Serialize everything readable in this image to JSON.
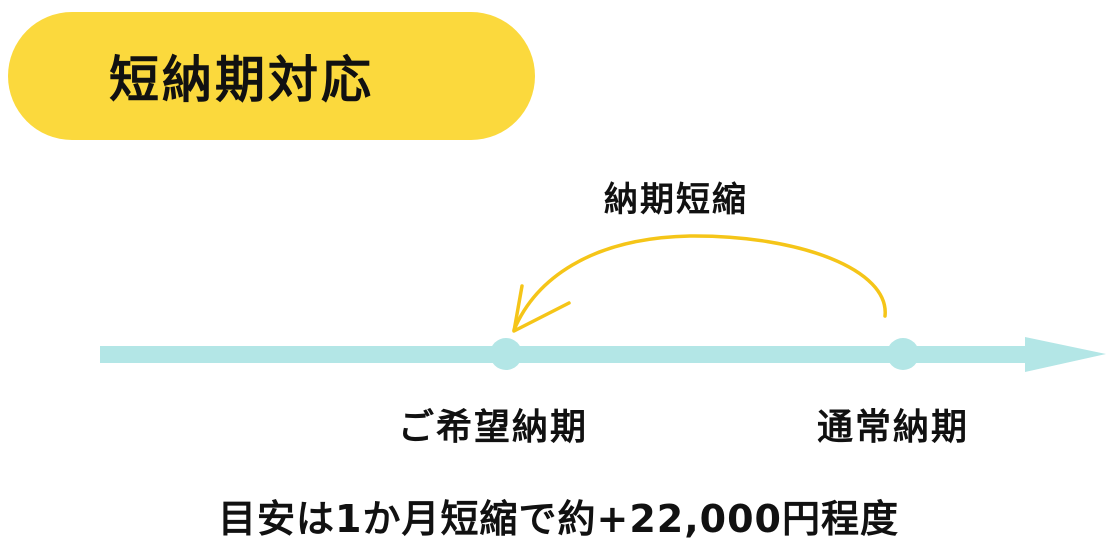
{
  "title": "短納期対応",
  "diagram": {
    "shorten_label": "納期短縮",
    "desired_date_label": "ご希望納期",
    "normal_date_label": "通常納期"
  },
  "note": "目安は1か月短縮で約+22,000円程度",
  "colors": {
    "title_background": "#fbd93d",
    "timeline": "#b3e6e6",
    "arrow": "#f5c518",
    "text": "#111111"
  }
}
